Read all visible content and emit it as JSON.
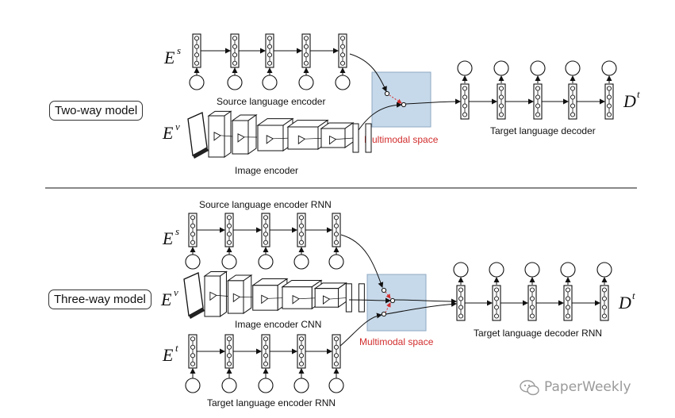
{
  "top": {
    "model_label": "Two-way model",
    "enc_symbol": "E",
    "enc_sup": "s",
    "img_symbol": "E",
    "img_sup": "v",
    "dec_symbol": "D",
    "dec_sup": "t",
    "source_label": "Source language encoder",
    "image_label": "Image encoder",
    "space_label": "Multimodal space",
    "decoder_label": "Target language decoder"
  },
  "bottom": {
    "model_label": "Three-way model",
    "enc_symbol": "E",
    "enc_sup": "s",
    "img_symbol": "E",
    "img_sup": "v",
    "tgt_symbol": "E",
    "tgt_sup": "t",
    "dec_symbol": "D",
    "dec_sup": "t",
    "source_label": "Source language encoder RNN",
    "image_label": "Image encoder CNN",
    "space_label": "Multimodal space",
    "decoder_label": "Target language decoder RNN",
    "target_enc_label": "Target language encoder RNN"
  },
  "watermark": "PaperWeekly",
  "colors": {
    "multimodal_fill": "#c6d9ea",
    "multimodal_stroke": "#8fa9c3",
    "accent_red": "#d22d2d"
  }
}
